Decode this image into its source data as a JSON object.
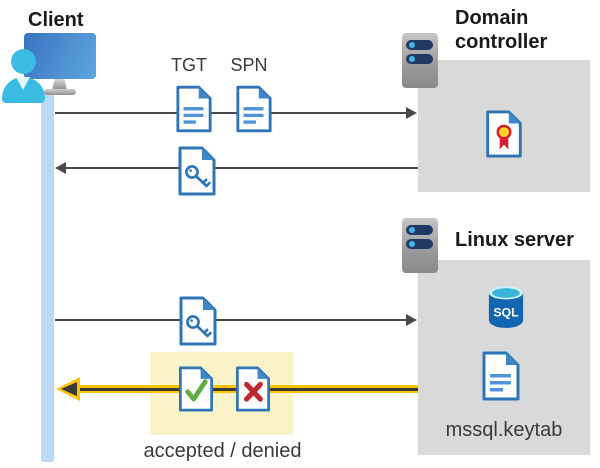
{
  "client": {
    "label": "Client",
    "icon": "user-at-monitor-icon"
  },
  "domain_controller": {
    "title_line1": "Domain",
    "title_line2": "controller",
    "icon": "server-icon",
    "certificate_icon": "certificate-document-icon"
  },
  "linux_server": {
    "title": "Linux server",
    "icon": "server-icon",
    "database_label": "SQL",
    "database_icon": "sql-database-icon",
    "keytab_label": "mssql.keytab",
    "keytab_icon": "text-document-icon"
  },
  "tickets": {
    "tgt_label": "TGT",
    "spn_label": "SPN",
    "icon": "text-document-icon"
  },
  "session_key_icon": "key-document-icon",
  "result": {
    "label": "accepted / denied",
    "accepted_icon": "check-document-icon",
    "denied_icon": "x-document-icon"
  },
  "flows": [
    {
      "from": "client",
      "to": "domain-controller",
      "direction": "right",
      "carries": [
        "TGT document",
        "SPN document"
      ]
    },
    {
      "from": "domain-controller",
      "to": "client",
      "direction": "left",
      "carries": [
        "key document"
      ]
    },
    {
      "from": "client",
      "to": "linux-server",
      "direction": "right",
      "carries": [
        "key document"
      ]
    },
    {
      "from": "linux-server",
      "to": "client",
      "direction": "left",
      "highlighted": true,
      "carries": [
        "accepted document",
        "denied document"
      ]
    }
  ],
  "colors": {
    "doc_border_blue": "#2e75b6",
    "doc_fold_blue": "#3e86c8",
    "doc_line_blue": "#4e94d8",
    "lifeline_blue": "#bdd9f5",
    "panel_gray": "#d9d9d9",
    "arrow_gray": "#4a4a4a",
    "highlight_cream": "#fbf3c8",
    "arrow_yellow": "#ffc400",
    "accepted_green": "#5fad41",
    "denied_red": "#c0272d",
    "sql_body_blue": "#1265b0",
    "sql_top_cyan": "#35b5dc",
    "person_cyan": "#3bbde3",
    "server_bar_navy": "#203864",
    "cert_seal_yellow": "#ffd028",
    "cert_ribbon_red": "#d2202f"
  }
}
